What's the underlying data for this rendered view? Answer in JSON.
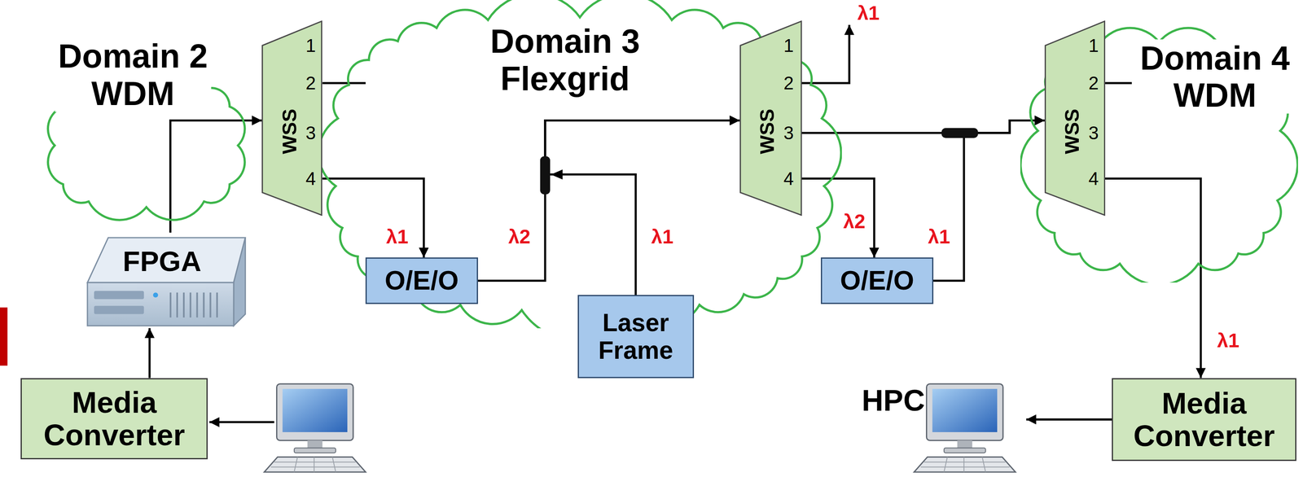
{
  "diagram": {
    "nodes": [
      {
        "text": [
          "Domain 2 WDM"
        ]
      },
      {
        "text": [
          "WSS",
          "1",
          "2",
          "3",
          "4"
        ]
      },
      {
        "text": [
          "Domain 3 Flexgrid"
        ]
      },
      {
        "text": [
          "WSS",
          "1",
          "2",
          "3",
          "4"
        ],
        "in": 2
      },
      {
        "text": [
          "Domain 4 WDM"
        ]
      },
      {
        "text": [
          "WSS",
          "1",
          "2",
          "3",
          "4"
        ],
        "in": 4
      },
      {
        "text": [
          "FPGA"
        ]
      },
      {
        "text": [
          "O/E/O"
        ]
      },
      {
        "text": [
          "Laser Frame"
        ]
      },
      {
        "text": [
          "O/E/O"
        ]
      },
      {
        "text": [
          "Media Converter"
        ]
      },
      {
        "text": [
          "HPC"
        ]
      },
      {
        "text": [
          "Media Converter"
        ]
      }
    ],
    "edges": [
      {
        "from": 10,
        "to": 6,
        "arrow": "to"
      },
      {
        "from": 6,
        "to": 1,
        "arrow": "to"
      },
      {
        "from": 1,
        "to": 7,
        "arrow": "to"
      },
      {
        "from": 7,
        "to": 3,
        "arrow": "to"
      },
      {
        "from": 8,
        "to": 3,
        "arrow": "to"
      },
      {
        "from": 3,
        "to": 5,
        "arrow": "to"
      },
      {
        "from": 3,
        "to": 9,
        "arrow": "to"
      },
      {
        "from": 9,
        "to": 5,
        "arrow": "to"
      },
      {
        "from": 5,
        "to": 12,
        "arrow": "to"
      },
      {
        "from": 12,
        "to": 11,
        "arrow": "to"
      }
    ],
    "labels": [
      "λ1",
      "λ1",
      "λ2",
      "λ1",
      "λ2",
      "λ1",
      "λ1"
    ]
  }
}
